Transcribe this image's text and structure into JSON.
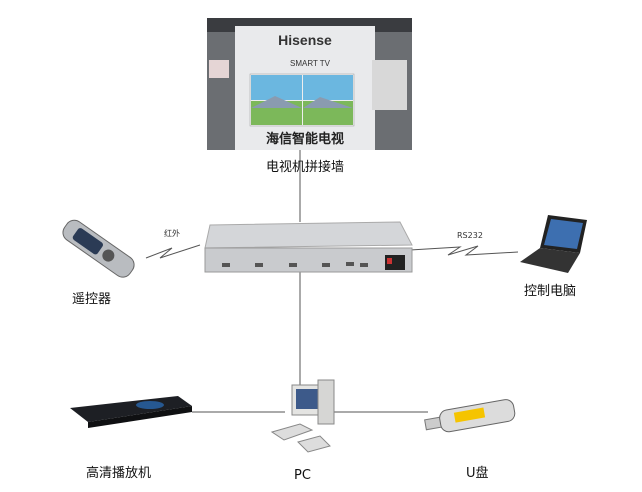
{
  "labels": {
    "video_wall": "电视机拼接墙",
    "infrared": "红外",
    "rs232": "RS232",
    "remote": "遥控器",
    "control_pc": "控制电脑",
    "hd_player": "高清播放机",
    "pc": "PC",
    "usb": "U盘"
  },
  "photo_text": {
    "brand": "Hisense",
    "smart_tv": "SMART TV",
    "slogan": "海信智能电视"
  }
}
